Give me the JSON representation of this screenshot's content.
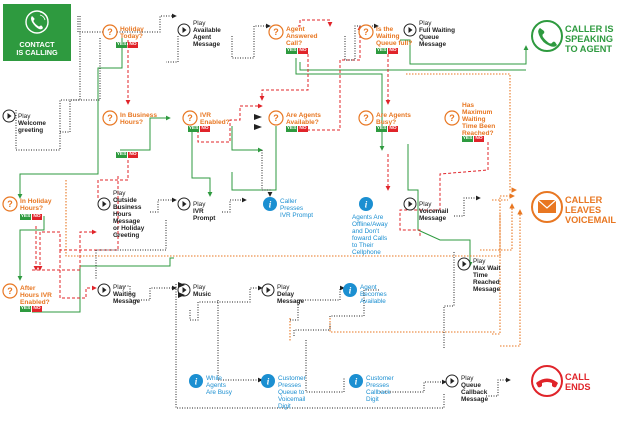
{
  "start": {
    "label": "CONTACT\nIS CALLING",
    "icon": "phone-ringing-icon"
  },
  "colors": {
    "green": "#2e9a3f",
    "orange": "#e87722",
    "red": "#e0242a",
    "blue": "#1b8fd1",
    "gray": "#555555"
  },
  "play_prefix": "Play",
  "yes": "YES",
  "no": "NO",
  "questions": {
    "holiday_today": "Holiday\nToday?",
    "business_hours": "In Business\nHours?",
    "ivr_enabled": "IVR\nEnabled?",
    "agent_answered": "Agent\nAnswered\nCall?",
    "agents_available": "Are Agents\nAvailable?",
    "queue_full": "Is the\nWaiting\nQueue full?",
    "agents_busy": "Are Agents\nBusy?",
    "max_wait": "Has\nMaximum\nWaiting\nTime Been\nReached?",
    "holiday_hours": "In Holiday\nHours?",
    "after_hours_ivr": "After\nHours IVR\nEnabled?"
  },
  "plays": {
    "welcome": "Welcome\ngreeting",
    "available_agent": "Available\nAgent\nMessage",
    "full_queue": "Full Waiting\nQueue\nMessage",
    "outside_hours": "Outside\nBusiness\nHours\nMessage\nor Holiday\nGreeting",
    "ivr_prompt": "IVR\nPrompt",
    "voicemail": "Voicemail\nMessage",
    "waiting": "Waiting\nMessage",
    "music": "Music",
    "delay": "Delay\nMessage",
    "max_wait_reached": "Max Wait\nTime\nReached\nMessage",
    "queue_callback": "Queue\nCallback\nMessage"
  },
  "infos": {
    "caller_presses_ivr": "Caller\nPresses\nIVR Prompt",
    "agents_offline": "Agents Are\nOffline/Away\nand Don't\nfoward Calls\nto Their\nCellphone",
    "agent_available": "Agent\nBecomes\nAvailable",
    "while_busy": "While\nAgents\nAre Busy",
    "voicemail_digit": "Customer\nPresses\nQueue to\nVoicemail\nDigit",
    "callback_digit": "Customer\nPresses\nCallback\nDigit"
  },
  "outcomes": {
    "speaking": "CALLER IS\nSPEAKING\nTO AGENT",
    "voicemail": "CALLER\nLEAVES\nVOICEMAIL",
    "ends": "CALL\nENDS"
  }
}
